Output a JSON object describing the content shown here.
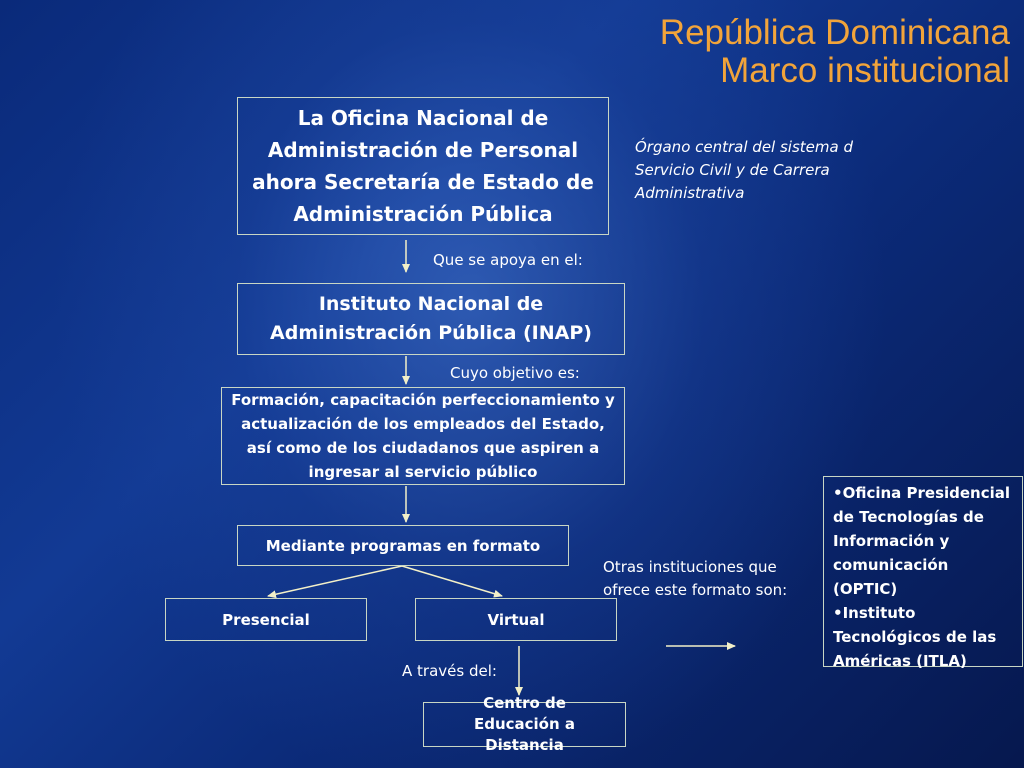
{
  "title": {
    "line1": "República Dominicana",
    "line2": "Marco institucional"
  },
  "nodes": {
    "onap": "La Oficina Nacional de Administración de Personal ahora Secretaría de Estado de Administración Pública",
    "inap": "Instituto Nacional de Administración Pública (INAP)",
    "objective": "Formación, capacitación perfeccionamiento y actualización de los empleados del Estado, así como de los ciudadanos que aspiren a ingresar al servicio público",
    "programs": "Mediante programas en formato",
    "presencial": "Presencial",
    "virtual": "Virtual",
    "ced": "Centro de Educación a Distancia"
  },
  "labels": {
    "apoya": "Que se apoya en el:",
    "objetivo": "Cuyo objetivo es:",
    "traves": "A través del:",
    "otras": "Otras instituciones que ofrece este formato son:"
  },
  "note": "Órgano central del sistema d Servicio Civil y de Carrera Administrativa",
  "other_institutions": [
    "•Oficina Presidencial de Tecnologías de Información y comunicación (OPTIC)",
    "•Instituto Tecnológicos de las Américas (ITLA)"
  ],
  "colors": {
    "title": "#f2a43a",
    "box_border": "#c8d6c4",
    "connector": "#f3f0c8",
    "text": "#ffffff"
  }
}
